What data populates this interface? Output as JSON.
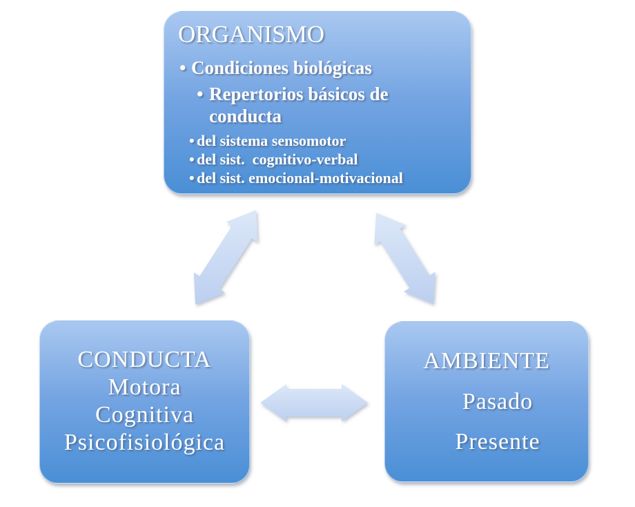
{
  "colors": {
    "box_fill_top": "#a9c8f0",
    "box_fill_mid": "#74a4e2",
    "box_fill_bottom": "#4a8fd6",
    "arrow_fill_light": "#dce8f8",
    "arrow_fill_dark": "#bccff0",
    "text_color": "#ffffff",
    "background_color": "#ffffff"
  },
  "bullet_char": "•",
  "boxes": {
    "organismo": {
      "title": "ORGANISMO",
      "items": [
        {
          "level": 1,
          "text": "Condiciones biológicas"
        },
        {
          "level": 2,
          "text": "Repertorios básicos de conducta"
        },
        {
          "level": 3,
          "text": "del sistema sensomotor"
        },
        {
          "level": 3,
          "text": "del sist.  cognitivo-verbal"
        },
        {
          "level": 3,
          "text": "del sist. emocional-motivacional"
        }
      ]
    },
    "conducta": {
      "title": "CONDUCTA",
      "lines": [
        "Motora",
        "Cognitiva",
        "Psicofisiológica"
      ]
    },
    "ambiente": {
      "title": "AMBIENTE",
      "lines": [
        "Pasado",
        "Presente"
      ]
    }
  },
  "arrows": [
    {
      "id": "organismo-conducta",
      "type": "double-headed",
      "connects": [
        "ORGANISMO",
        "CONDUCTA"
      ]
    },
    {
      "id": "organismo-ambiente",
      "type": "double-headed",
      "connects": [
        "ORGANISMO",
        "AMBIENTE"
      ]
    },
    {
      "id": "conducta-ambiente",
      "type": "double-headed",
      "connects": [
        "CONDUCTA",
        "AMBIENTE"
      ]
    }
  ]
}
